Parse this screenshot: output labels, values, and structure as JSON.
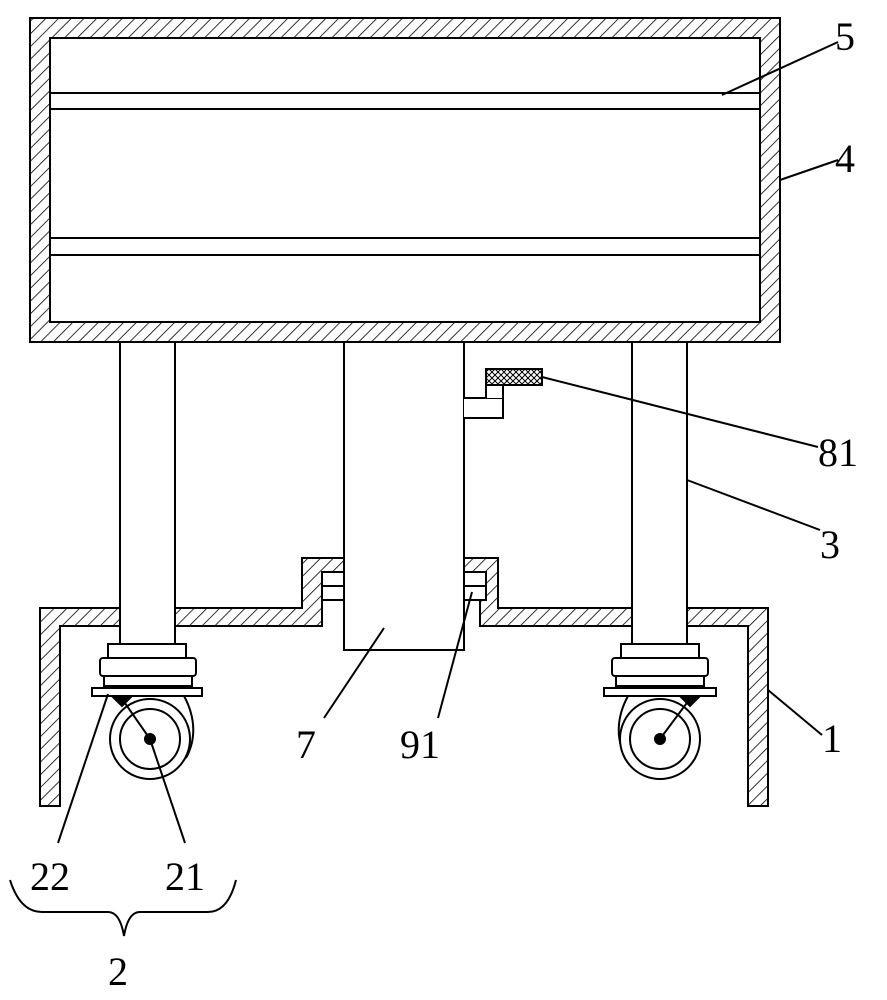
{
  "figure": {
    "labels": {
      "l5": "5",
      "l4": "4",
      "l81": "81",
      "l3": "3",
      "l1": "1",
      "l7": "7",
      "l91": "91",
      "l22": "22",
      "l21": "21",
      "l2": "2"
    },
    "colors": {
      "line": "#000000",
      "background": "#ffffff",
      "wheel_fill": "#ffffff"
    }
  }
}
